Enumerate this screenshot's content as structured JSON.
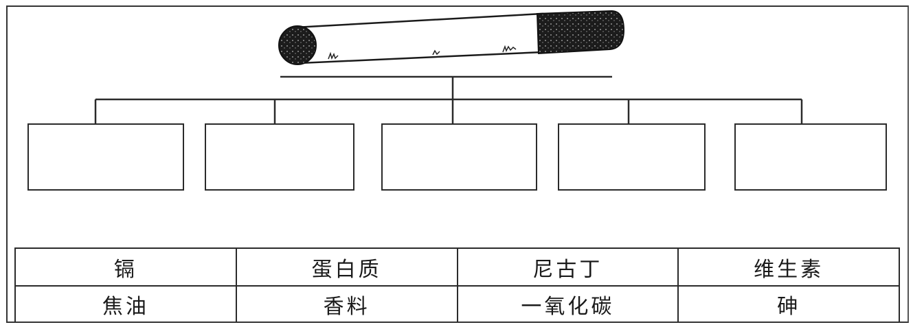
{
  "ingredients": {
    "rows": [
      [
        "镉",
        "蛋白质",
        "尼古丁",
        "维生素"
      ],
      [
        "焦油",
        "香料",
        "一氧化碳",
        "砷"
      ]
    ]
  },
  "slots": {
    "count": 5
  },
  "colors": {
    "line": "#2a2a2a",
    "ash": "#1c1c1c"
  },
  "icon": "cigarette-icon"
}
